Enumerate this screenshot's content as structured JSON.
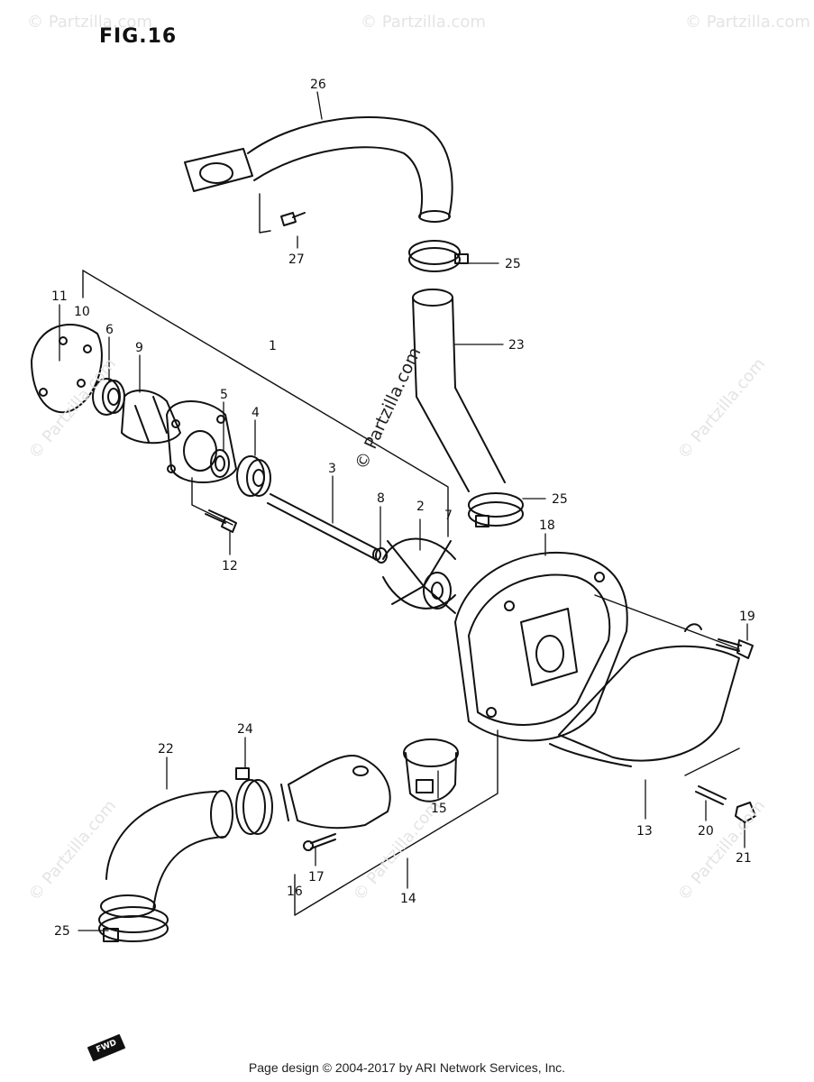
{
  "figure": {
    "title": "FIG.16"
  },
  "footer": {
    "text": "Page design © 2004-2017 by ARI Network Services, Inc."
  },
  "watermark": {
    "main": "© Partzilla.com",
    "faint": "© Partzilla.com"
  },
  "fwd_mark": "FWD",
  "callouts": {
    "c1": "1",
    "c2": "2",
    "c3": "3",
    "c4": "4",
    "c5": "5",
    "c6": "6",
    "c7": "7",
    "c8": "8",
    "c9": "9",
    "c10": "10",
    "c11": "11",
    "c12": "12",
    "c13": "13",
    "c14": "14",
    "c15": "15",
    "c16": "16",
    "c17": "17",
    "c18": "18",
    "c19": "19",
    "c20": "20",
    "c21": "21",
    "c22": "22",
    "c23": "23",
    "c24": "24",
    "c25a": "25",
    "c25b": "25",
    "c25c": "25",
    "c26": "26",
    "c27": "27"
  }
}
